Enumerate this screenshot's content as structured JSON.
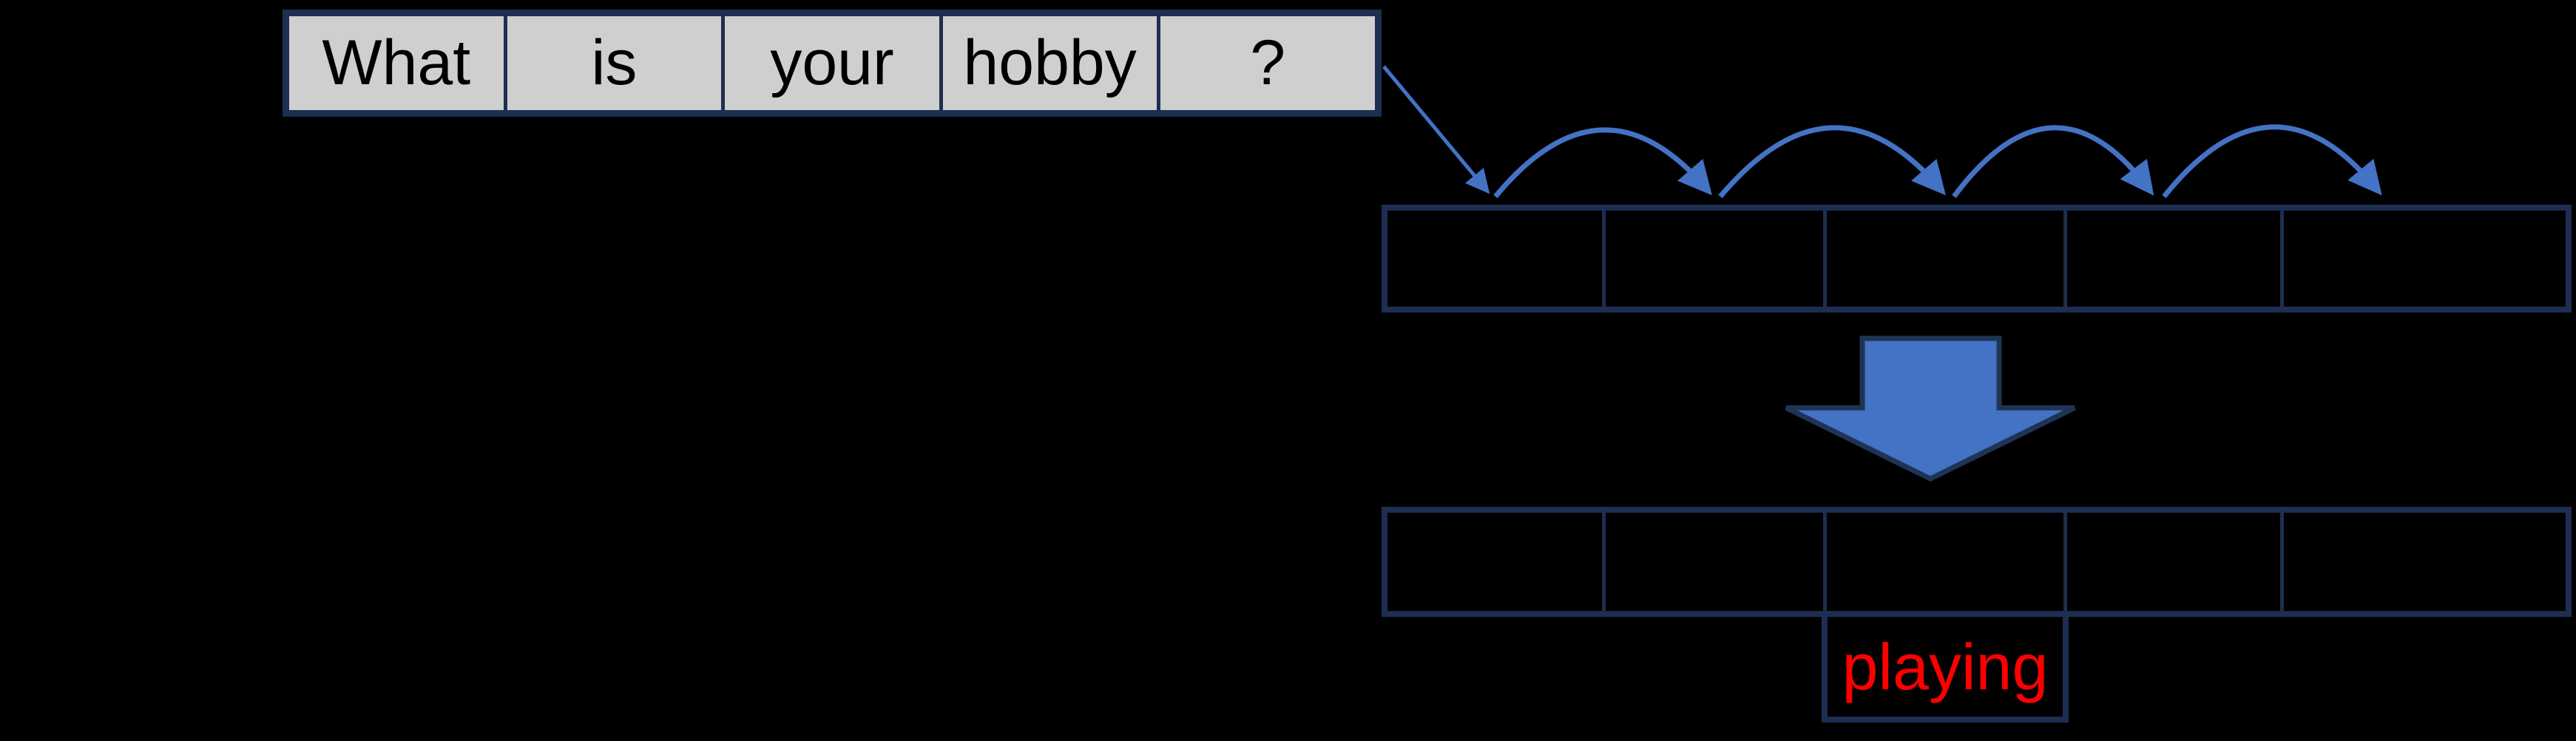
{
  "sentence": {
    "words": [
      "What",
      "is",
      "your",
      "hobby",
      "?"
    ]
  },
  "input_row": {
    "cell_count": 5,
    "cells": [
      "",
      "",
      "",
      "",
      ""
    ]
  },
  "output_row": {
    "cell_count": 5,
    "cells": [
      "",
      "",
      "",
      "",
      ""
    ]
  },
  "prediction": {
    "label": "playing"
  },
  "colors": {
    "background": "#000000",
    "sentence_cell_fill": "#d0cfcf",
    "border_navy": "#1d2e52",
    "arrow_blue": "#4472c4",
    "big_arrow_outline": "#1f3455",
    "prediction_text": "#ff0000",
    "sentence_text": "#000000"
  }
}
